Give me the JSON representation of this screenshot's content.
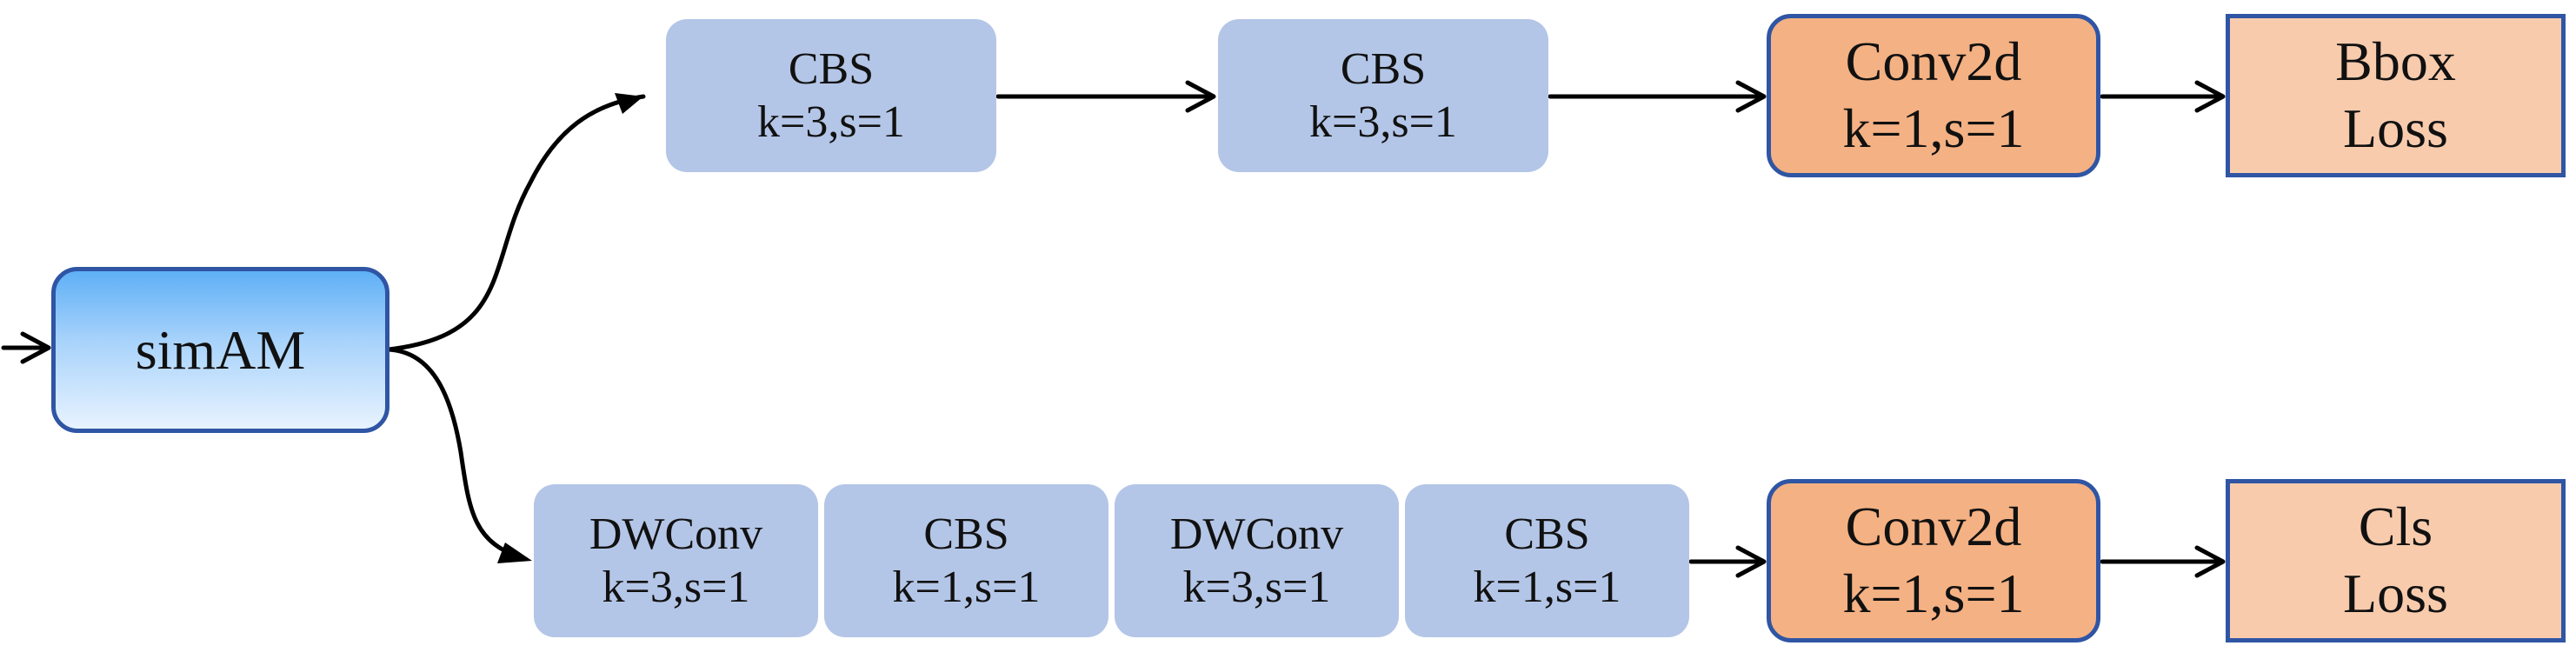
{
  "input_block": {
    "label": "simAM"
  },
  "top_branch": {
    "blocks": [
      {
        "name": "CBS",
        "params": "k=3,s=1"
      },
      {
        "name": "CBS",
        "params": "k=3,s=1"
      }
    ],
    "conv": {
      "name": "Conv2d",
      "params": "k=1,s=1"
    },
    "loss": {
      "line1": "Bbox",
      "line2": "Loss"
    }
  },
  "bottom_branch": {
    "blocks": [
      {
        "name": "DWConv",
        "params": "k=3,s=1"
      },
      {
        "name": "CBS",
        "params": "k=1,s=1"
      },
      {
        "name": "DWConv",
        "params": "k=3,s=1"
      },
      {
        "name": "CBS",
        "params": "k=1,s=1"
      }
    ],
    "conv": {
      "name": "Conv2d",
      "params": "k=1,s=1"
    },
    "loss": {
      "line1": "Cls",
      "line2": "Loss"
    }
  },
  "colors": {
    "cbs_fill": "#b4c6e7",
    "conv_fill": "#f4b183",
    "loss_fill": "#f8cbad",
    "border": "#2f55a4",
    "simam_gradient_top": "#5fb0f6",
    "simam_gradient_bottom": "#e8f3ff",
    "arrow": "#000000"
  }
}
